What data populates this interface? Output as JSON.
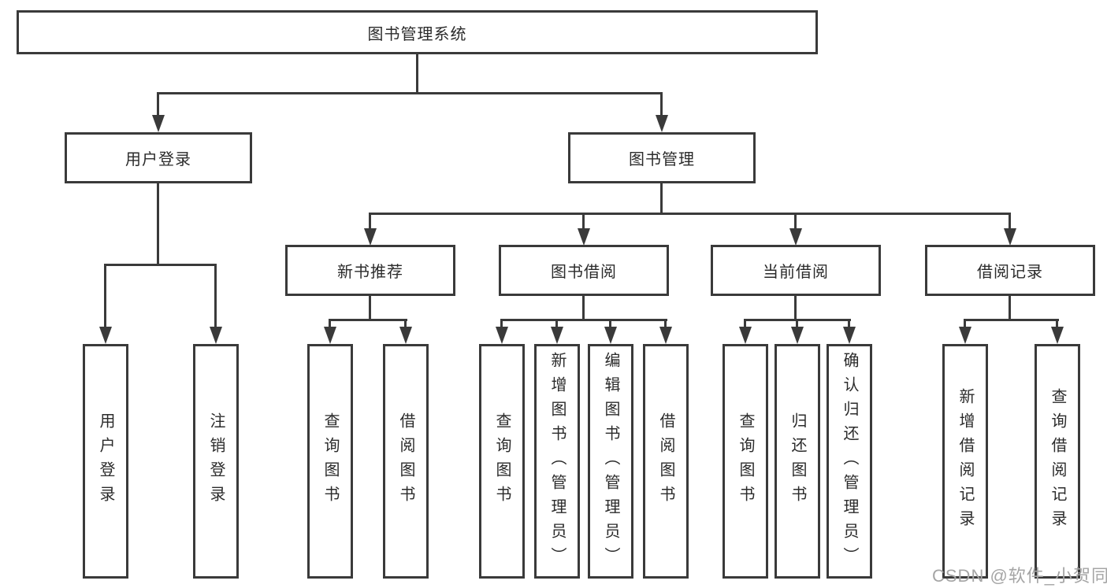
{
  "root": {
    "label": "图书管理系统"
  },
  "level2": [
    {
      "label": "用户登录"
    },
    {
      "label": "图书管理"
    }
  ],
  "level3": [
    {
      "label": "新书推荐"
    },
    {
      "label": "图书借阅"
    },
    {
      "label": "当前借阅"
    },
    {
      "label": "借阅记录"
    }
  ],
  "leaves": {
    "user": [
      "用户登录",
      "注销登录"
    ],
    "recommend": [
      "查询图书",
      "借阅图书"
    ],
    "borrow": [
      "查询图书",
      "新增图书（管理员）",
      "编辑图书（管理员）",
      "借阅图书"
    ],
    "current": [
      "查询图书",
      "归还图书",
      "确认归还（管理员）"
    ],
    "records": [
      "新增借阅记录",
      "查询借阅记录"
    ]
  },
  "watermark": {
    "text": "CSDN @软件_小贺同学"
  },
  "colors": {
    "line": "#3a3a3a",
    "text": "#2b2b2b",
    "background": "#ffffff",
    "watermark": "#a5a5a5"
  }
}
